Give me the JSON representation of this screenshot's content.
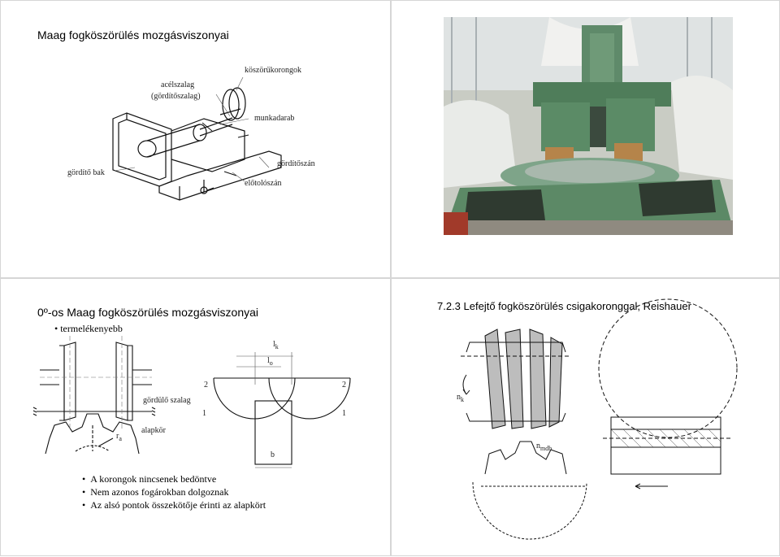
{
  "slide1": {
    "title": "Maag fogköszörülés mozgásviszonyai",
    "labels": {
      "koszorukorongok": "köszörűkorongok",
      "acelszalag_1": "acélszalag",
      "acelszalag_2": "(gördítőszalag)",
      "munkadarab": "munkadarab",
      "gordito_bak": "gördítő bak",
      "gorditoszan": "gördítőszán",
      "elotoloszan": "előtolószán"
    }
  },
  "slide3": {
    "title": "0º-os Maag fogköszörülés mozgásviszonyai",
    "subtitle": "termelékenyebb",
    "labels": {
      "gordulo_szalag": "gördülő szalag",
      "alapkor": "alapkör",
      "ra": "r",
      "ra_sub": "a",
      "lk": "l",
      "lk_sub": "k",
      "lo": "l",
      "lo_sub": "o",
      "n2a": "2",
      "n1a": "1",
      "n2b": "2",
      "n1b": "1",
      "b": "b"
    },
    "bullets": [
      "A korongok nincsenek bedöntve",
      "Nem azonos fogárokban dolgoznak",
      "Az alsó pontok összekötője érinti az alapkört"
    ]
  },
  "slide4": {
    "title": "7.2.3 Lefejtő fogköszörülés csigakoronggal, Reishauer",
    "labels": {
      "nk": "n",
      "nk_sub": "k",
      "nmdb": "n",
      "nmdb_sub": "mdb"
    }
  }
}
